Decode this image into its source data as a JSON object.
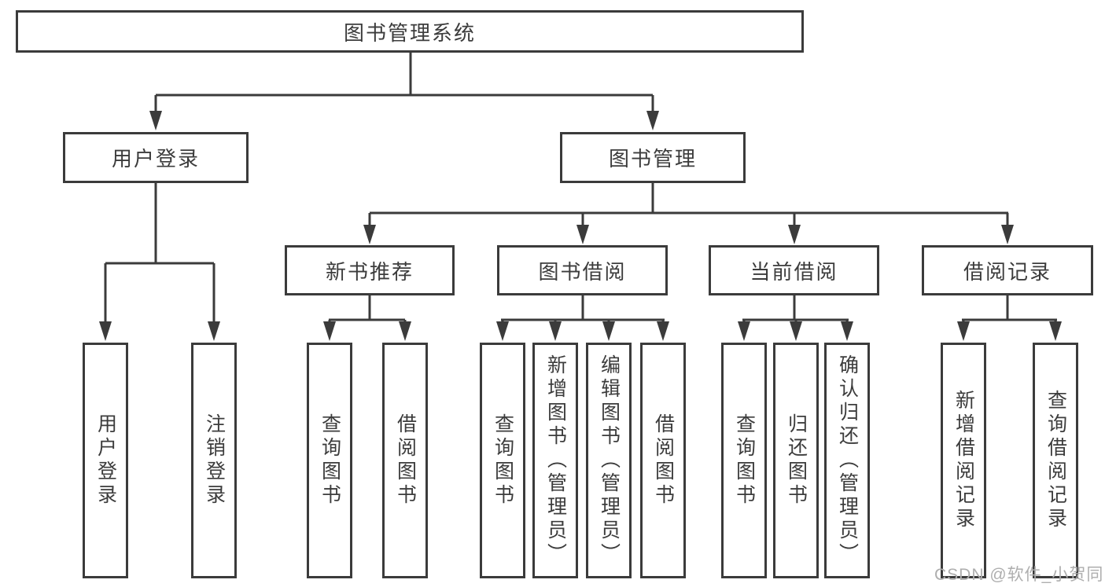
{
  "colors": {
    "background": "#ffffff",
    "line": "#3b3b3b",
    "text": "#3c3c3c",
    "watermark": "#aeaeae"
  },
  "watermark": {
    "text": "CSDN @软件_小贺同学"
  },
  "tree": {
    "root": {
      "label": "图书管理系统"
    },
    "branches": [
      {
        "label": "用户登录",
        "leaves": [
          {
            "label": "用户登录"
          },
          {
            "label": "注销登录"
          }
        ]
      },
      {
        "label": "图书管理",
        "sections": [
          {
            "label": "新书推荐",
            "leaves": [
              {
                "label": "查询图书"
              },
              {
                "label": "借阅图书"
              }
            ]
          },
          {
            "label": "图书借阅",
            "leaves": [
              {
                "label": "查询图书"
              },
              {
                "label": "新增图书（管理员）"
              },
              {
                "label": "编辑图书（管理员）"
              },
              {
                "label": "借阅图书"
              }
            ]
          },
          {
            "label": "当前借阅",
            "leaves": [
              {
                "label": "查询图书"
              },
              {
                "label": "归还图书"
              },
              {
                "label": "确认归还（管理员）"
              }
            ]
          },
          {
            "label": "借阅记录",
            "leaves": [
              {
                "label": "新增借阅记录"
              },
              {
                "label": "查询借阅记录"
              }
            ]
          }
        ]
      }
    ]
  }
}
